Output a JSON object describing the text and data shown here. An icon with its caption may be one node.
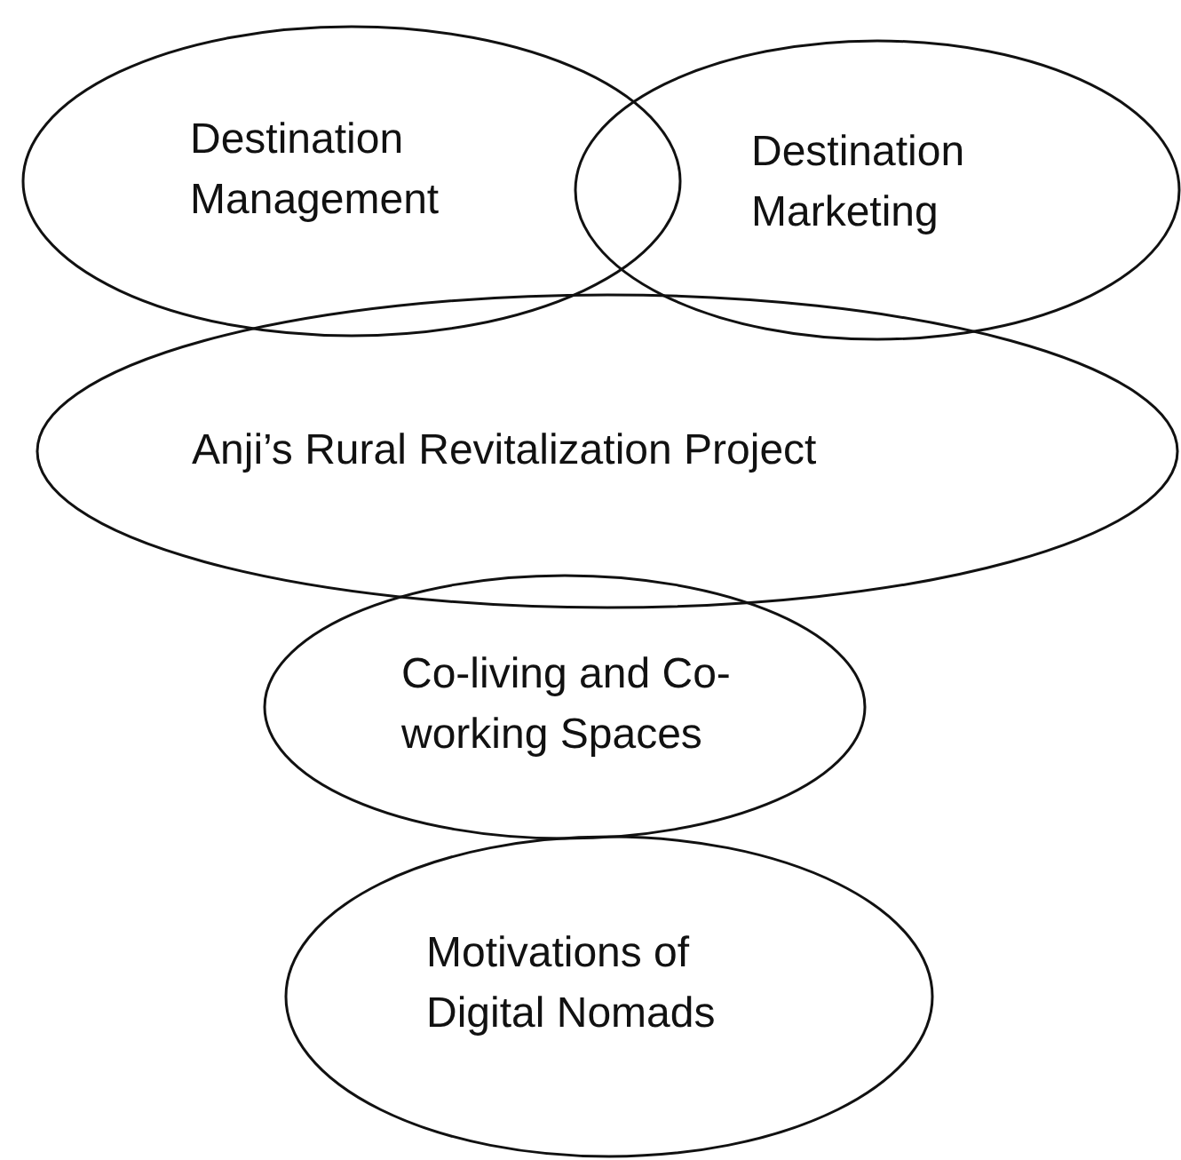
{
  "diagram": {
    "nodes": [
      {
        "text": [
          "Destination Management"
        ]
      },
      {
        "text": [
          "Destination Marketing"
        ]
      },
      {
        "text": [
          "Anji’s Rural Revitalization Project"
        ]
      },
      {
        "text": [
          "Co-living and Co-working Spaces"
        ]
      },
      {
        "text": [
          "Motivations of Digital Nomads"
        ]
      }
    ]
  }
}
